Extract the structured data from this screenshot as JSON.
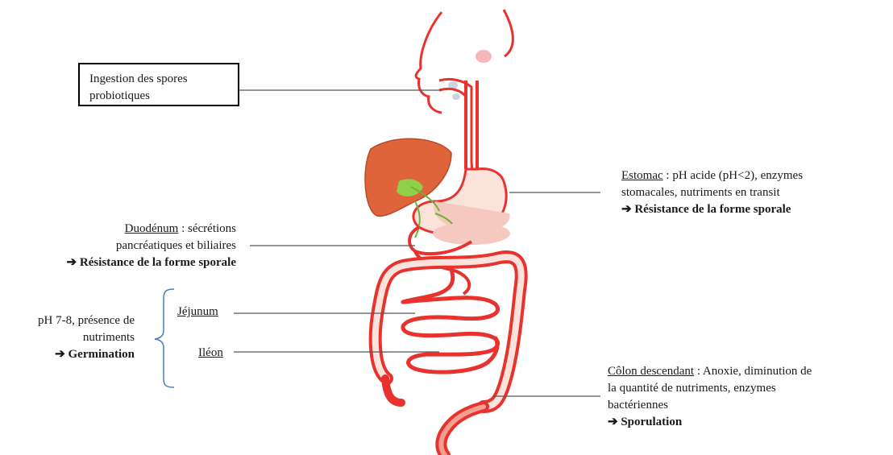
{
  "ingestion": {
    "line1": "Ingestion des spores",
    "line2": "probiotiques"
  },
  "estomac": {
    "name": "Estomac",
    "desc1": " : pH acide (pH<2), enzymes",
    "desc2": "stomacales, nutriments en transit",
    "result": "Résistance de la forme sporale"
  },
  "duodenum": {
    "name": "Duodénum",
    "desc1": " : sécrétions",
    "desc2": "pancréatiques et biliaires",
    "result": "Résistance de la forme sporale"
  },
  "intestin": {
    "desc1": "pH 7-8, présence de",
    "desc2": "nutriments",
    "result": "Germination",
    "jejunum": "Jéjunum",
    "ileon": "Iléon"
  },
  "colon": {
    "name": "Côlon descendant",
    "desc1": " : Anoxie, diminution de",
    "desc2": "la quantité de nutriments, enzymes",
    "desc3": "bactériennes",
    "result": "Sporulation"
  },
  "colors": {
    "organ_outline": "#e8322e",
    "organ_fill": "#fbe3dc",
    "liver": "#e0643a",
    "gallbladder": "#8fcf4a",
    "leader_line": "#555555",
    "brace": "#4a7bb5"
  },
  "arrow_glyph": "➔"
}
